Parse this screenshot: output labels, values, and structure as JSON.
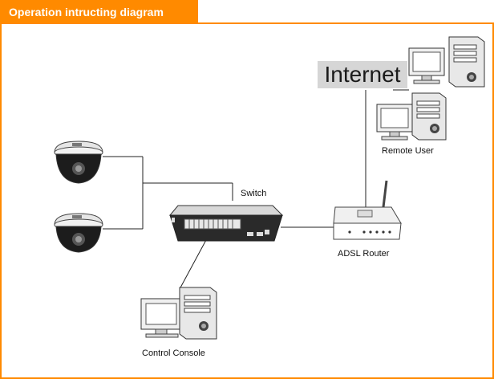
{
  "title": "Operation intructing diagram",
  "labels": {
    "internet": "Internet",
    "remote_user": "Remote User",
    "switch": "Switch",
    "adsl_router": "ADSL Router",
    "control_console": "Control Console"
  },
  "colors": {
    "accent": "#ff8a00",
    "internet_box": "#d6d6d6",
    "lines": "#222222"
  }
}
